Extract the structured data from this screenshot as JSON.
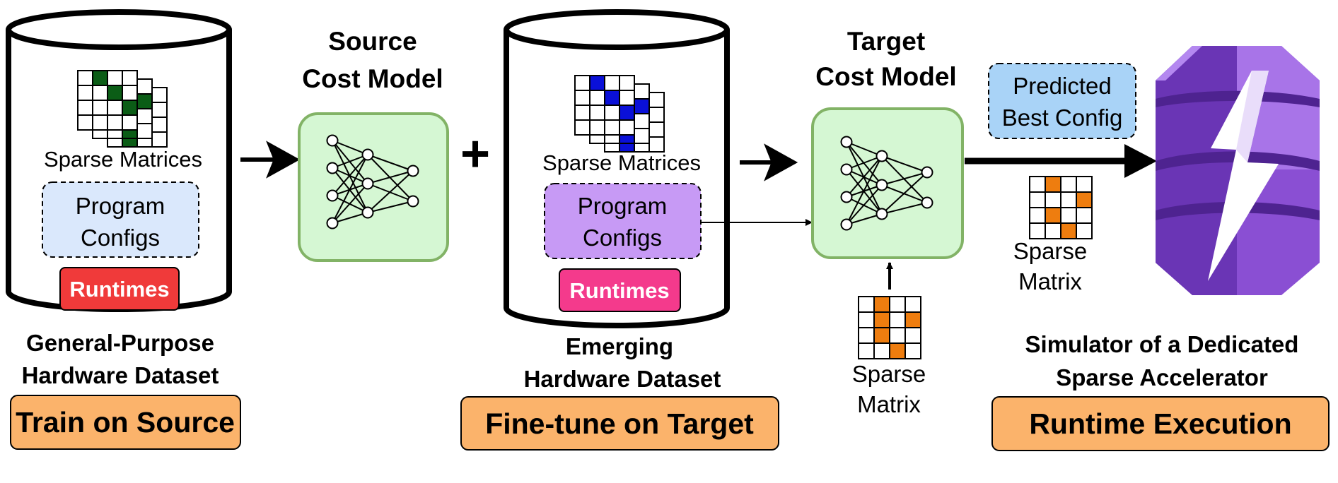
{
  "colors": {
    "matrix_green": "#0b5d16",
    "matrix_blue": "#0a10d8",
    "matrix_orange": "#ee7d0f",
    "nn_box_fill": "#d5f7d3",
    "nn_box_stroke": "#82b366",
    "config_blue_fill": "#dae8fc",
    "config_purple_fill": "#c79af5",
    "predicted_fill": "#a9d3f7",
    "runtimes_red": "#f03a3a",
    "runtimes_pink": "#f43a8c",
    "stage_fill": "#fbb36b",
    "accelerator_purple": "#8a4fd3"
  },
  "source_dataset": {
    "matrices_label": "Sparse Matrices",
    "configs_label_l1": "Program",
    "configs_label_l2": "Configs",
    "runtimes_label": "Runtimes",
    "title_l1": "General-Purpose",
    "title_l2": "Hardware Dataset"
  },
  "source_model": {
    "title_l1": "Source",
    "title_l2": "Cost Model"
  },
  "plus_sign": "+",
  "target_dataset": {
    "matrices_label": "Sparse Matrices",
    "configs_label_l1": "Program",
    "configs_label_l2": "Configs",
    "runtimes_label": "Runtimes",
    "title_l1": "Emerging",
    "title_l2": "Hardware Dataset"
  },
  "target_model": {
    "title_l1": "Target",
    "title_l2": "Cost Model"
  },
  "input_matrix": {
    "label_l1": "Sparse",
    "label_l2": "Matrix"
  },
  "predicted_config": {
    "label_l1": "Predicted",
    "label_l2": "Best Config"
  },
  "output_matrix": {
    "label_l1": "Sparse",
    "label_l2": "Matrix"
  },
  "accelerator": {
    "title_l1": "Simulator of a Dedicated",
    "title_l2": "Sparse Accelerator"
  },
  "stages": {
    "train": "Train on Source",
    "finetune": "Fine-tune on Target",
    "runtime": "Runtime Execution"
  }
}
